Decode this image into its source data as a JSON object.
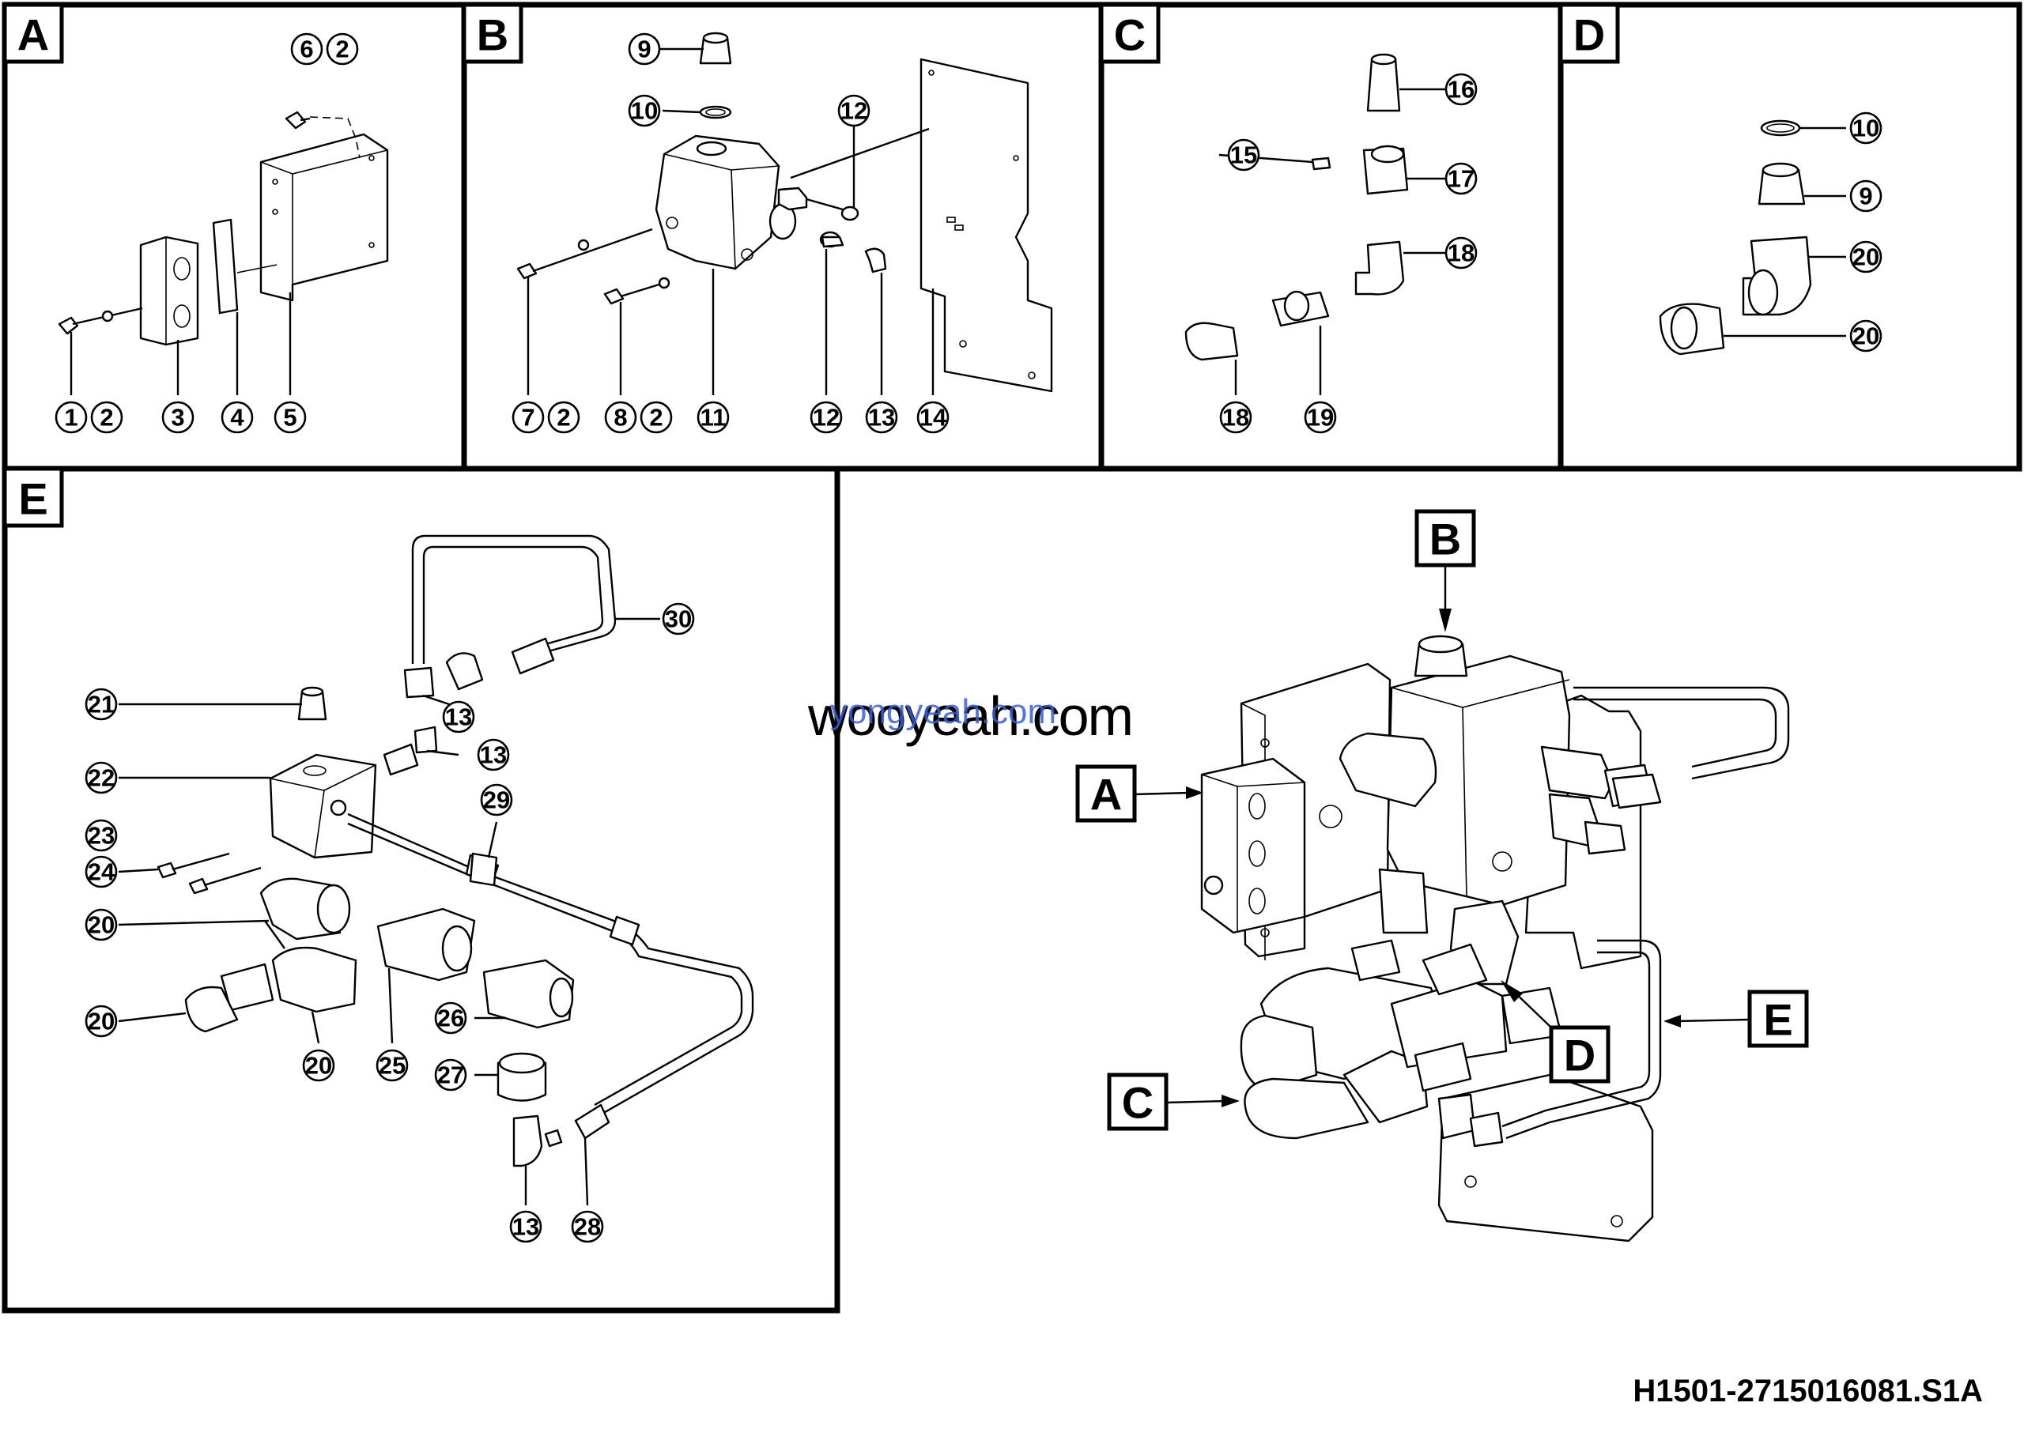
{
  "drawing_code": "H1501-2715016081.S1A",
  "watermark": {
    "main": "wooyeah.com",
    "overlay": "yongyeah.com"
  },
  "panels": [
    {
      "id": "A",
      "callouts": [
        "6",
        "2",
        "1",
        "2",
        "3",
        "4",
        "5"
      ]
    },
    {
      "id": "B",
      "callouts": [
        "9",
        "10",
        "12",
        "7",
        "2",
        "8",
        "2",
        "11",
        "12",
        "13",
        "14"
      ]
    },
    {
      "id": "C",
      "callouts": [
        "16",
        "15",
        "17",
        "18",
        "18",
        "19"
      ]
    },
    {
      "id": "D",
      "callouts": [
        "10",
        "9",
        "20",
        "20"
      ]
    },
    {
      "id": "E",
      "callouts": [
        "30",
        "21",
        "13",
        "22",
        "13",
        "29",
        "23",
        "24",
        "20",
        "20",
        "20",
        "25",
        "26",
        "27",
        "13",
        "28"
      ]
    }
  ],
  "assembly_labels": [
    "B",
    "A",
    "C",
    "D",
    "E"
  ]
}
